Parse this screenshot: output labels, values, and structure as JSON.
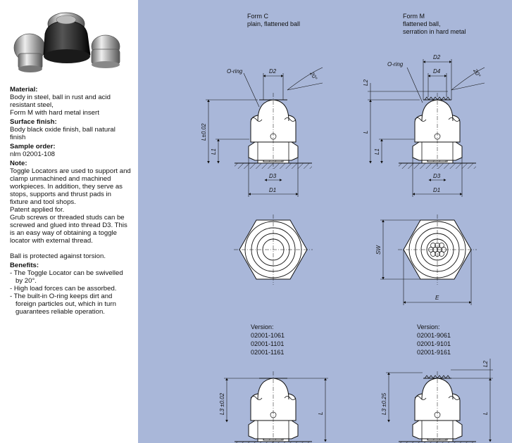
{
  "info": {
    "material_heading": "Material:",
    "material_lines": [
      "Body in steel, ball in rust and acid resistant steel,",
      "Form M with hard metal insert"
    ],
    "surface_heading": "Surface finish:",
    "surface_text": "Body black oxide finish, ball natural finish",
    "sample_heading": "Sample order:",
    "sample_text": "nlm 02001-108",
    "note_heading": "Note:",
    "note_lines": [
      "Toggle Locators are used to support and clamp unmachined and machined workpieces. In addition, they serve as stops, supports and thrust pads in fixture and tool shops.",
      "Patent applied for.",
      "Grub screws or threaded studs can be screwed and glued into thread D3. This is an easy way of obtaining a toggle locator with external thread.",
      "Ball is protected against torsion."
    ],
    "benefits_heading": "Benefits:",
    "benefits": [
      "- The Toggle Locator can be swivelled by 20°.",
      "- High load forces can be assorbed.",
      "- The built-in O-ring keeps dirt and foreign particles out, which in turn guarantees reliable operation."
    ]
  },
  "drawing": {
    "form_c_title": "Form C",
    "form_c_desc": "plain, flattened ball",
    "form_m_title": "Form M",
    "form_m_desc_1": "flattened ball,",
    "form_m_desc_2": "serration in hard metal",
    "labels": {
      "oring": "O-ring",
      "d2": "D2",
      "d4": "D4",
      "d3": "D3",
      "d1": "D1",
      "l": "L",
      "l_tol": "L±0.02",
      "l1": "L1",
      "l2": "L2",
      "l3_c": "L3 ±0.02",
      "l3_m": "L3 ±0.25",
      "angle": "20°",
      "sw": "SW",
      "e": "E"
    },
    "version_heading": "Version:",
    "versions_c": [
      "02001-1061",
      "02001-1101",
      "02001-1161"
    ],
    "versions_m": [
      "02001-9061",
      "02001-9101",
      "02001-9161"
    ]
  }
}
